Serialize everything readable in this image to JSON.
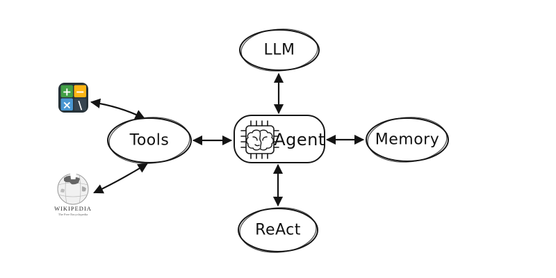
{
  "diagram": {
    "nodes": {
      "llm": {
        "label": "LLM"
      },
      "tools": {
        "label": "Tools"
      },
      "agent": {
        "label": "Agent"
      },
      "memory": {
        "label": "Memory"
      },
      "react": {
        "label": "ReAct"
      }
    },
    "edges": [
      {
        "from": "agent",
        "to": "llm",
        "bidirectional": true
      },
      {
        "from": "agent",
        "to": "memory",
        "bidirectional": true
      },
      {
        "from": "agent",
        "to": "react",
        "bidirectional": true
      },
      {
        "from": "agent",
        "to": "tools",
        "bidirectional": true
      },
      {
        "from": "tools",
        "to": "calculator",
        "bidirectional": true
      },
      {
        "from": "tools",
        "to": "wikipedia",
        "bidirectional": true
      }
    ],
    "tool_icons": {
      "calculator": {
        "plus": "+",
        "minus": "−",
        "multiply": "×",
        "divide": "\\"
      },
      "wikipedia": {
        "wordmark": "WIKIPEDIA",
        "tagline": "The Free Encyclopedia"
      }
    },
    "colors": {
      "line": "#141414",
      "calc_frame": "#263238",
      "calc_green": "#43a047",
      "calc_yellow": "#fdb515",
      "calc_blue": "#4a97d2",
      "calc_dark": "#36444f",
      "background": "#ffffff"
    }
  }
}
